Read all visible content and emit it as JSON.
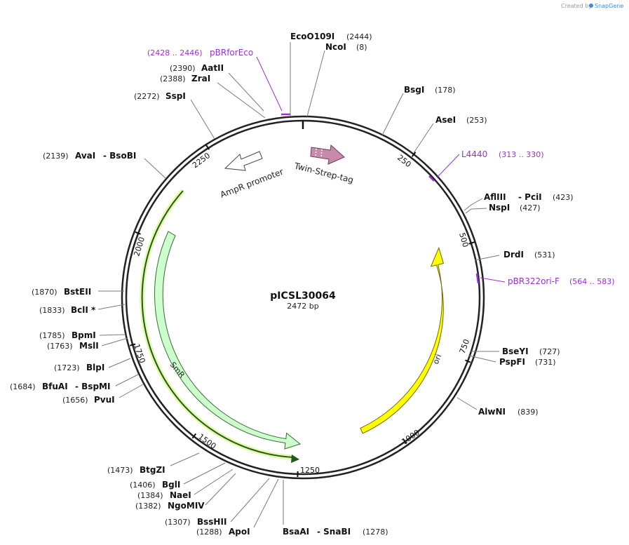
{
  "credit": {
    "prefix": "Created by",
    "brand": "SnapGene"
  },
  "plasmid": {
    "name": "pICSL30064",
    "size_label": "2472 bp",
    "length": 2472
  },
  "ticks": [
    "250",
    "500",
    "750",
    "1000",
    "1250",
    "1500",
    "1750",
    "2000",
    "2250"
  ],
  "features": {
    "twin_strep": {
      "label": "Twin-Strep-tag",
      "color": "#c98aa9"
    },
    "ampr_promoter": {
      "label": "AmpR promoter",
      "color": "#ffffff"
    },
    "ori": {
      "label": "ori",
      "color": "#ffff00"
    },
    "smr": {
      "label": "SmR",
      "color": "#ccffcc"
    }
  },
  "primers": [
    {
      "name": "pBRforEco",
      "pos": "(2428 .. 2446)"
    },
    {
      "name": "L4440",
      "pos": "(313 .. 330)"
    },
    {
      "name": "pBR322ori-F",
      "pos": "(564 .. 583)"
    }
  ],
  "sites": [
    {
      "name": "EcoO109I",
      "pos": "(2444)"
    },
    {
      "name": "NcoI",
      "pos": "(8)"
    },
    {
      "name": "AatII",
      "pos": "(2390)"
    },
    {
      "name": "ZraI",
      "pos": "(2388)"
    },
    {
      "name": "SspI",
      "pos": "(2272)"
    },
    {
      "name": "AvaI",
      "pos": "(2139)",
      "alt": "- BsoBI"
    },
    {
      "name": "BsgI",
      "pos": "(178)"
    },
    {
      "name": "AseI",
      "pos": "(253)"
    },
    {
      "name": "AflIII",
      "pos": "(423)",
      "alt": "- PciI"
    },
    {
      "name": "NspI",
      "pos": "(427)"
    },
    {
      "name": "DrdI",
      "pos": "(531)"
    },
    {
      "name": "BstEII",
      "pos": "(1870)"
    },
    {
      "name": "BclI *",
      "pos": "(1833)"
    },
    {
      "name": "BpmI",
      "pos": "(1785)"
    },
    {
      "name": "MslI",
      "pos": "(1763)"
    },
    {
      "name": "BlpI",
      "pos": "(1723)"
    },
    {
      "name": "BfuAI",
      "pos": "(1684)",
      "alt": "- BspMI"
    },
    {
      "name": "PvuI",
      "pos": "(1656)"
    },
    {
      "name": "BseYI",
      "pos": "(727)"
    },
    {
      "name": "PspFI",
      "pos": "(731)"
    },
    {
      "name": "AlwNI",
      "pos": "(839)"
    },
    {
      "name": "BtgZI",
      "pos": "(1473)"
    },
    {
      "name": "BglI",
      "pos": "(1406)"
    },
    {
      "name": "NaeI",
      "pos": "(1384)"
    },
    {
      "name": "NgoMIV",
      "pos": "(1382)"
    },
    {
      "name": "BssHII",
      "pos": "(1307)"
    },
    {
      "name": "ApoI",
      "pos": "(1288)"
    },
    {
      "name": "BsaAI",
      "pos": "(1278)",
      "alt": "- SnaBI"
    }
  ]
}
